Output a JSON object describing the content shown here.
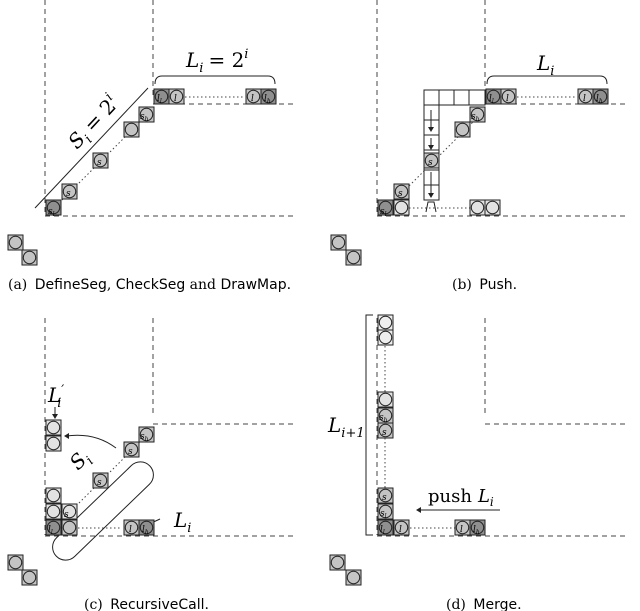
{
  "panels": [
    {
      "caption_prefix": "(a)",
      "caption_names": [
        "DefineSeg",
        "CheckSeg",
        "DrawMap"
      ],
      "caption_joins": [
        ", ",
        " and ",
        "."
      ],
      "labels": {
        "L_eq": "L",
        "L_sub": "i",
        "L_rhs": "= 2",
        "L_sup": "i",
        "S_eq": "S",
        "S_sub": "i",
        "S_rhs": "= 2",
        "S_sup": "i"
      },
      "cells": {
        "s_l": "l",
        "s_h": "h",
        "s": "s",
        "l": "l"
      }
    },
    {
      "caption_prefix": "(b)",
      "caption_name": "Push",
      "caption_suffix": ".",
      "labels": {
        "L": "L",
        "L_sub": "i"
      }
    },
    {
      "caption_prefix": "(c)",
      "caption_name": "RecursiveCall",
      "caption_suffix": ".",
      "labels": {
        "Lp": "L",
        "Lp_sub": "i",
        "Lp_prime": "′",
        "S": "S",
        "S_sub": "i",
        "L": "L",
        "L_sub": "i"
      }
    },
    {
      "caption_prefix": "(d)",
      "caption_name": "Merge",
      "caption_suffix": ".",
      "labels": {
        "Lip1": "L",
        "Lip1_sub": "i+1",
        "push": "push",
        "push_L": "L",
        "push_sub": "i"
      }
    }
  ],
  "colors": {
    "dark": "#8f8f8f",
    "mid": "#c4c4c4",
    "light": "#e2e2e2",
    "faint": "#eeeeee"
  }
}
